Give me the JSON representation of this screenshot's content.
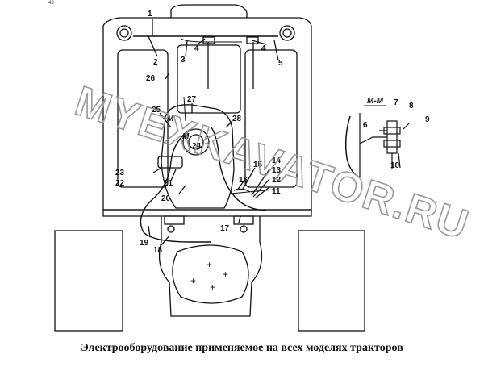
{
  "page_mark": "43",
  "caption": "Электрооборудование применяемое на всех моделях тракторов",
  "watermark": "MYEXKAVATOR.RU",
  "section_label": "M-M",
  "section_marker": "M",
  "callouts": [
    "1",
    "2",
    "3",
    "4",
    "4",
    "5",
    "26",
    "27",
    "25",
    "28",
    "24",
    "23",
    "22",
    "21",
    "20",
    "19",
    "18",
    "17",
    "16",
    "15",
    "14",
    "13",
    "12",
    "11",
    "6",
    "7",
    "8",
    "9",
    "10"
  ]
}
